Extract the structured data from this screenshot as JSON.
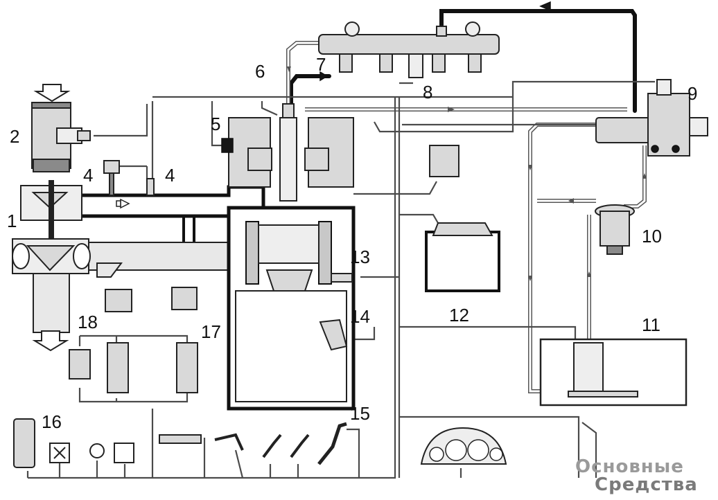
{
  "callouts": {
    "c1": "1",
    "c2": "2",
    "c4a": "4",
    "c4b": "4",
    "c5": "5",
    "c6": "6",
    "c7": "7",
    "c8": "8",
    "c9": "9",
    "c10": "10",
    "c11": "11",
    "c12": "12",
    "c13": "13",
    "c14": "14",
    "c15": "15",
    "c16": "16",
    "c17": "17",
    "c18": "18"
  },
  "watermark": {
    "line1": "Основные",
    "line2": "Средства"
  },
  "colors": {
    "high_pressure_line": "#111111",
    "low_pressure_line": "#555555",
    "wiring": "#4a4a4a",
    "component_fill": "#d9d9d9"
  }
}
